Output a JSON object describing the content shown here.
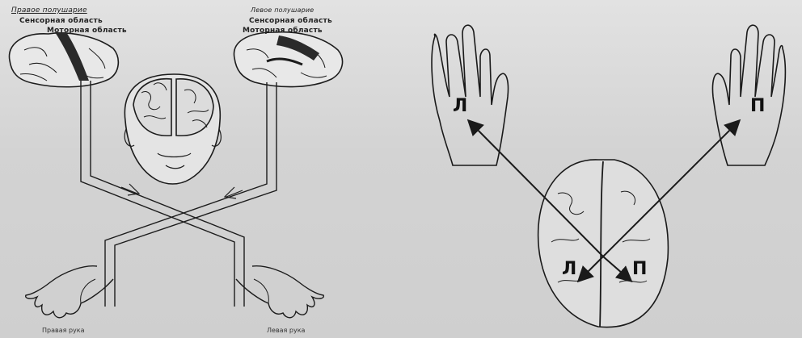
{
  "left_figure": {
    "right_hemisphere_title": "Правое полушарие",
    "right_sensory_area": "Сенсорная область",
    "right_motor_area": "Моторная область",
    "left_hemisphere_title": "Левое полушарие",
    "left_sensory_area": "Сенсорная область",
    "left_motor_area": "Моторная область",
    "left_hand_caption": "Правая рука",
    "right_hand_caption": "Левая рука"
  },
  "right_figure": {
    "left_hand_label": "Л",
    "right_hand_label": "П",
    "brain_left_label": "Л",
    "brain_right_label": "П"
  },
  "colors": {
    "ink": "#1a1a1a",
    "paper": "#d8d8d8",
    "motor": "#2a2a2a"
  }
}
